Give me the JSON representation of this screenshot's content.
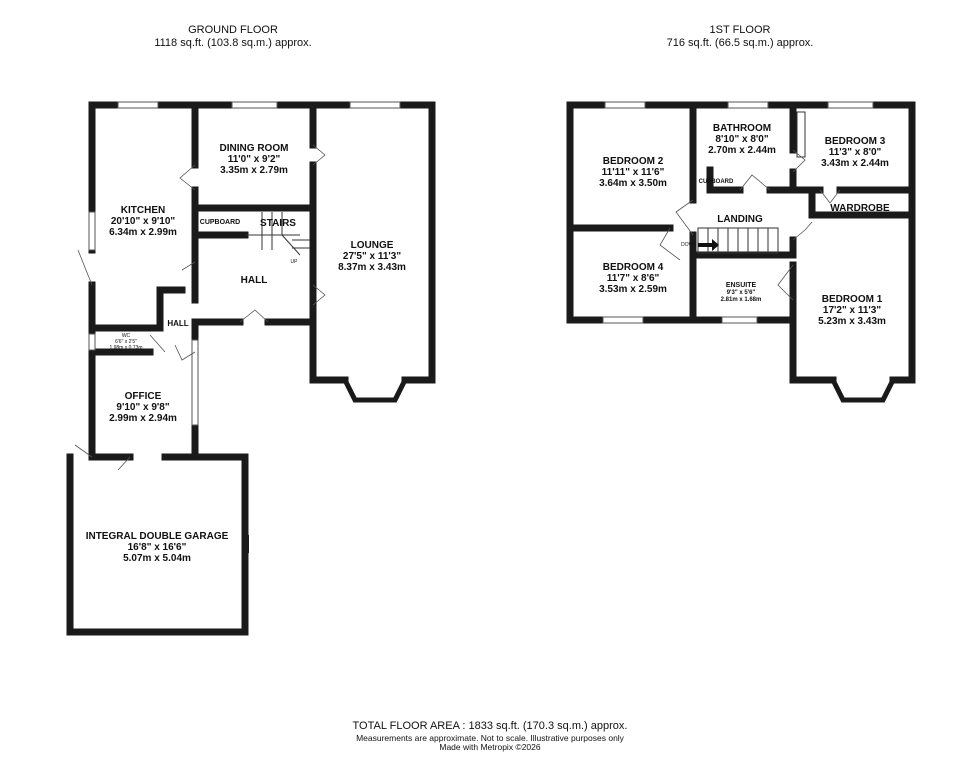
{
  "ground_floor": {
    "title": "GROUND FLOOR",
    "area": "1118 sq.ft. (103.8 sq.m.) approx.",
    "rooms": {
      "kitchen": {
        "name": "KITCHEN",
        "imperial": "20'10\" x 9'10\"",
        "metric": "6.34m x 2.99m"
      },
      "dining": {
        "name": "DINING ROOM",
        "imperial": "11'0\" x 9'2\"",
        "metric": "3.35m x 2.79m"
      },
      "lounge": {
        "name": "LOUNGE",
        "imperial": "27'5\" x 11'3\"",
        "metric": "8.37m x 3.43m"
      },
      "cupboard": {
        "name": "CUPBOARD"
      },
      "stairs": {
        "name": "STAIRS",
        "direction": "UP"
      },
      "hall": {
        "name": "HALL"
      },
      "hall2": {
        "name": "HALL"
      },
      "wc": {
        "name": "WC",
        "imperial": "6'6\" x 2'5\"",
        "metric": "1.98m x 0.73m"
      },
      "office": {
        "name": "OFFICE",
        "imperial": "9'10\" x 9'8\"",
        "metric": "2.99m x 2.94m"
      },
      "garage": {
        "name": "INTEGRAL DOUBLE GARAGE",
        "imperial": "16'8\" x 16'6\"",
        "metric": "5.07m x 5.04m"
      }
    }
  },
  "first_floor": {
    "title": "1ST FLOOR",
    "area": "716 sq.ft. (66.5 sq.m.) approx.",
    "rooms": {
      "bedroom2": {
        "name": "BEDROOM 2",
        "imperial": "11'11\" x 11'6\"",
        "metric": "3.64m x 3.50m"
      },
      "bathroom": {
        "name": "BATHROOM",
        "imperial": "8'10\" x 8'0\"",
        "metric": "2.70m x 2.44m"
      },
      "bedroom3": {
        "name": "BEDROOM 3",
        "imperial": "11'3\" x 8'0\"",
        "metric": "3.43m x 2.44m"
      },
      "cupboard": {
        "name": "CUPBOARD"
      },
      "landing": {
        "name": "LANDING"
      },
      "wardrobe": {
        "name": "WARDROBE"
      },
      "stairs": {
        "direction": "DOWN"
      },
      "bedroom4": {
        "name": "BEDROOM 4",
        "imperial": "11'7\" x 8'6\"",
        "metric": "3.53m x 2.59m"
      },
      "ensuite": {
        "name": "ENSUITE",
        "imperial": "9'3\" x 5'6\"",
        "metric": "2.81m x 1.68m"
      },
      "bedroom1": {
        "name": "BEDROOM 1",
        "imperial": "17'2\" x 11'3\"",
        "metric": "5.23m x 3.43m"
      }
    }
  },
  "footer": {
    "total": "TOTAL FLOOR AREA : 1833 sq.ft. (170.3 sq.m.) approx.",
    "disclaimer": "Measurements are approximate.  Not to scale.  Illustrative purposes only",
    "credit": "Made with Metropix ©2026"
  }
}
